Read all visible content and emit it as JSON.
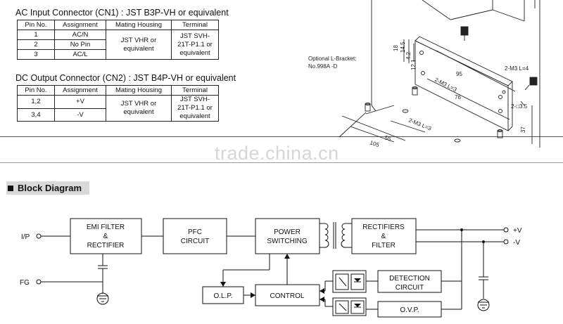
{
  "ac_connector": {
    "heading": "AC Input Connector (CN1) : JST B3P-VH or equivalent",
    "headers": [
      "Pin No.",
      "Assignment",
      "Mating Housing",
      "Terminal"
    ],
    "rows": [
      {
        "pin": "1",
        "assignment": "AC/N"
      },
      {
        "pin": "2",
        "assignment": "No Pin"
      },
      {
        "pin": "3",
        "assignment": "AC/L"
      }
    ],
    "housing": "JST VHR or equivalent",
    "terminal": "JST SVH-21T-P1.1 or equivalent"
  },
  "dc_connector": {
    "heading": "DC Output Connector (CN2) : JST B4P-VH or equivalent",
    "headers": [
      "Pin No.",
      "Assignment",
      "Mating Housing",
      "Terminal"
    ],
    "rows": [
      {
        "pin": "1,2",
        "assignment": "+V"
      },
      {
        "pin": "3,4",
        "assignment": "-V"
      }
    ],
    "housing": "JST VHR or equivalent",
    "terminal": "JST SVH-21T-P1.1 or equivalent"
  },
  "drawing": {
    "bracket_label_1": "Optional L-Bracket:",
    "bracket_label_2": "No.998A -D",
    "dim_18": "18",
    "dim_14_5": "14.5",
    "dim_4_2": "4.2",
    "dim_12_1": "12.1",
    "dim_95": "95",
    "dim_76": "76",
    "dim_m3_l3_a": "2-M3 L=3",
    "dim_m3_l3_b": "2-M3 L=3",
    "dim_m3_l4": "2-M3 L=4",
    "dim_3_5": "2-□3.5",
    "dim_37": "37",
    "dim_55": "55",
    "dim_10x": "10­5"
  },
  "watermark": "trade.china.cn",
  "block_diagram": {
    "title": "Block Diagram",
    "ip": "I/P",
    "fg": "FG",
    "emi_1": "EMI FILTER",
    "emi_2": "&",
    "emi_3": "RECTIFIER",
    "pfc_1": "PFC",
    "pfc_2": "CIRCUIT",
    "power_1": "POWER",
    "power_2": "SWITCHING",
    "rect_1": "RECTIFIERS",
    "rect_2": "&",
    "rect_3": "FILTER",
    "detect_1": "DETECTION",
    "detect_2": "CIRCUIT",
    "ovp": "O.V.P.",
    "olp": "O.L.P.",
    "control": "CONTROL",
    "out_pos": "+V",
    "out_neg": "-V"
  }
}
